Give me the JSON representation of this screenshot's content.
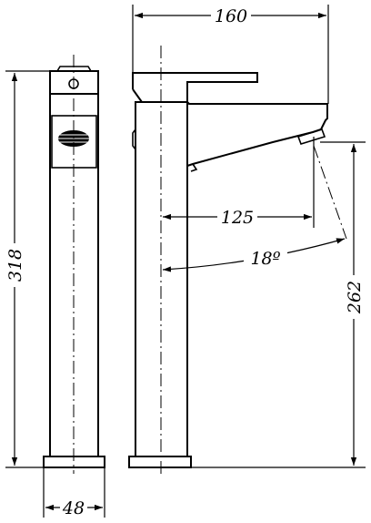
{
  "dimensions": {
    "total_width": "160",
    "spout_reach": "125",
    "spout_angle": "18º",
    "total_height": "318",
    "spout_height": "262",
    "base_width": "48"
  },
  "colors": {
    "line": "#000000",
    "background": "#ffffff"
  }
}
